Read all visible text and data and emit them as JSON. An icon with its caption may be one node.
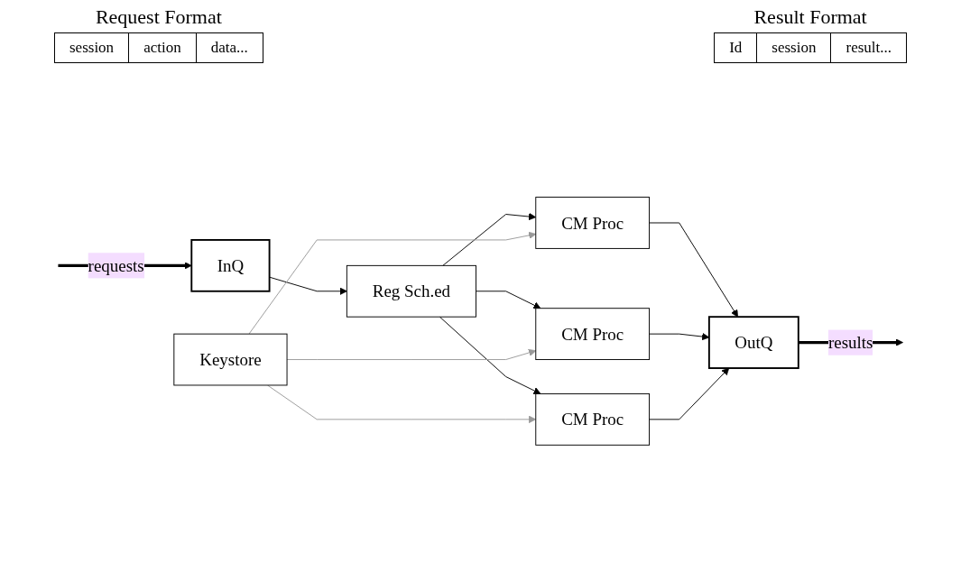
{
  "diagram": {
    "nodes": [
      {
        "text": [
          "InQ"
        ]
      },
      {
        "text": [
          "Reg Sch.ed"
        ]
      },
      {
        "text": [
          "CM Proc"
        ]
      },
      {
        "text": [
          "CM Proc"
        ]
      },
      {
        "text": [
          "CM Proc"
        ]
      },
      {
        "text": [
          "OutQ"
        ]
      },
      {
        "text": [
          "Keystore"
        ]
      }
    ],
    "edges": [
      {
        "from": null,
        "to": 0,
        "arrow": "to",
        "label": "requests",
        "style": "thick"
      },
      {
        "from": 0,
        "to": 1,
        "arrow": "to"
      },
      {
        "from": 1,
        "to": 2,
        "arrow": "to"
      },
      {
        "from": 1,
        "to": 3,
        "arrow": "to"
      },
      {
        "from": 1,
        "to": 4,
        "arrow": "to"
      },
      {
        "from": 6,
        "to": 2,
        "arrow": "to",
        "color": "#999999"
      },
      {
        "from": 6,
        "to": 3,
        "arrow": "to",
        "color": "#999999"
      },
      {
        "from": 6,
        "to": 4,
        "arrow": "to",
        "color": "#999999"
      },
      {
        "from": 2,
        "to": 5,
        "arrow": "to"
      },
      {
        "from": 3,
        "to": 5,
        "arrow": "to"
      },
      {
        "from": 4,
        "to": 5,
        "arrow": "to"
      },
      {
        "from": 5,
        "to": null,
        "arrow": "to",
        "label": "results",
        "style": "thick"
      }
    ],
    "labels": [
      "Request Format",
      "session",
      "action",
      "data...",
      "Result Format",
      "Id",
      "session",
      "result..."
    ]
  }
}
